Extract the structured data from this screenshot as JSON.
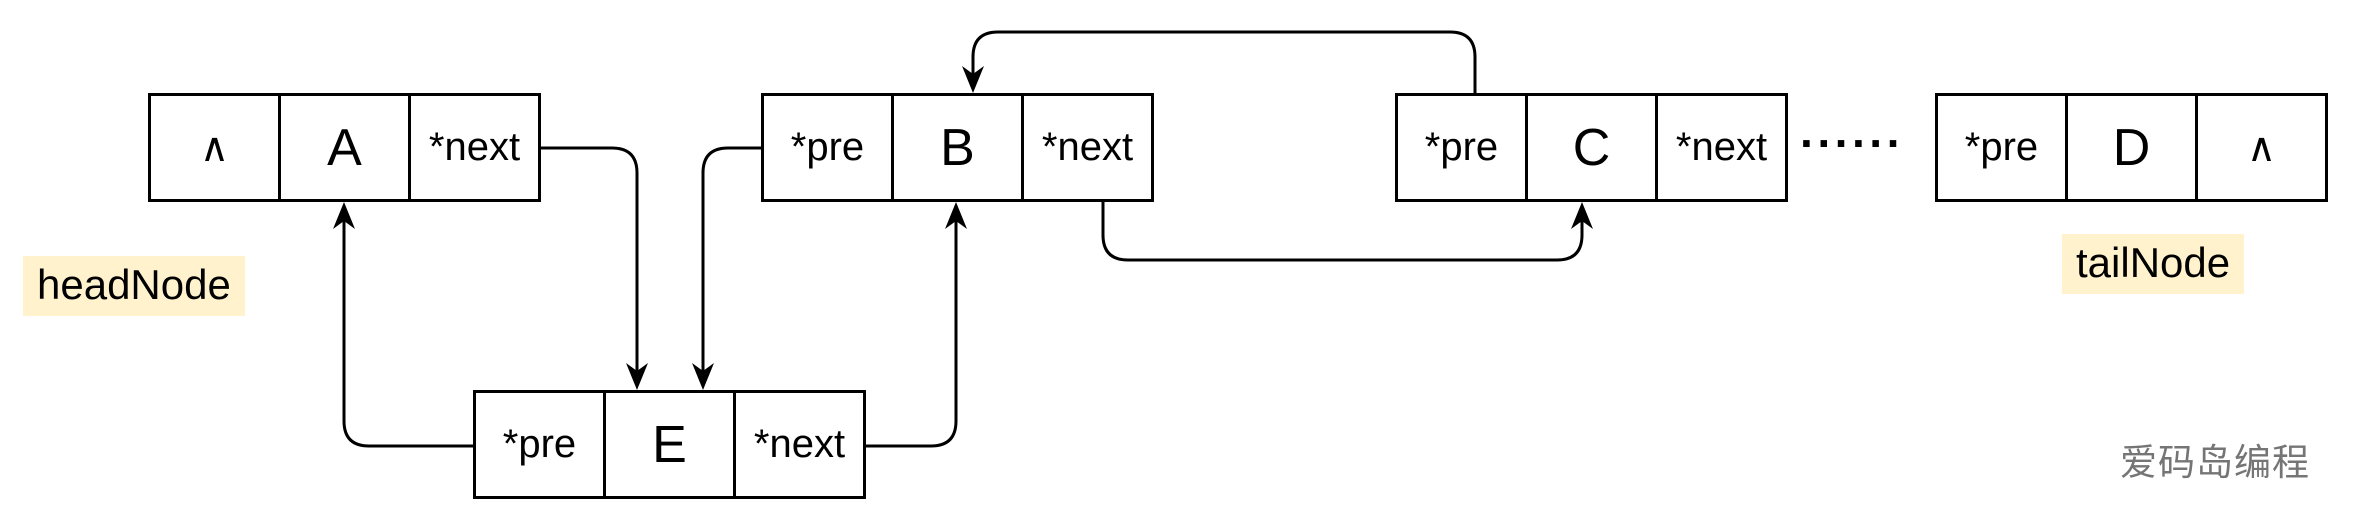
{
  "colors": {
    "background": "#ffffff",
    "stroke": "#000000",
    "label_highlight": "#fff2cc",
    "watermark_text": "#757575"
  },
  "nodes": [
    {
      "name": "A",
      "cells": [
        "∧",
        "A",
        "*next"
      ]
    },
    {
      "name": "B",
      "cells": [
        "*pre",
        "B",
        "*next"
      ]
    },
    {
      "name": "C",
      "cells": [
        "*pre",
        "C",
        "*next"
      ]
    },
    {
      "name": "D",
      "cells": [
        "*pre",
        "D",
        "∧"
      ]
    },
    {
      "name": "E",
      "cells": [
        "*pre",
        "E",
        "*next"
      ]
    }
  ],
  "labels": {
    "head_node": "headNode",
    "tail_node": "tailNode"
  },
  "ellipsis": "······",
  "watermark": "爱码岛编程",
  "edges": [
    {
      "from": "A.*next",
      "to": "E",
      "enters": "top"
    },
    {
      "from": "B.*pre",
      "to": "E",
      "enters": "top"
    },
    {
      "from": "E.*pre",
      "to": "A",
      "enters": "bottom"
    },
    {
      "from": "E.*next",
      "to": "B",
      "enters": "bottom"
    },
    {
      "from": "B.*next",
      "to": "C",
      "enters": "bottom"
    },
    {
      "from": "C.*pre",
      "to": "B",
      "enters": "top"
    }
  ]
}
